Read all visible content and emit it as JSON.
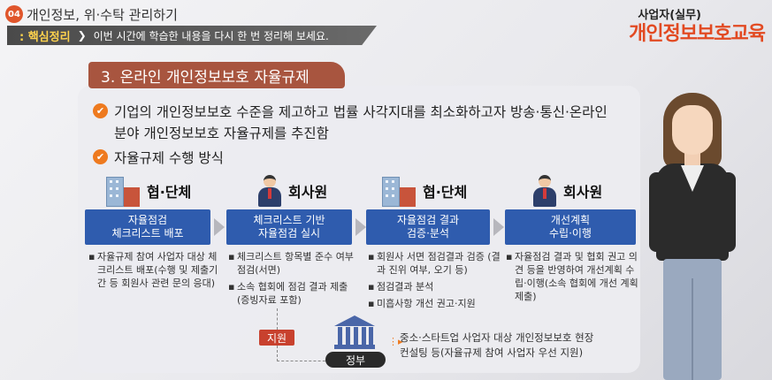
{
  "header": {
    "num": "04",
    "title": "개인정보, 위·수탁 관리하기",
    "keyword": ": 핵심정리",
    "arrow": "❯",
    "desc": "이번 시간에 학습한 내용을 다시 한 번 정리해 보세요."
  },
  "brand": {
    "top": "사업자(실무)",
    "main": "개인정보보호교육"
  },
  "section_title": "3. 온라인 개인정보보호 자율규제",
  "bullets": [
    "기업의 개인정보보호 수준을 제고하고 법률 사각지대를 최소화하고자 방송·통신·온라인 분야 개인정보보호 자율규제를 추진함",
    "자율규제 수행 방식"
  ],
  "actors": [
    "협·단체",
    "회사원",
    "협·단체",
    "회사원"
  ],
  "steps": [
    {
      "line1": "자율점검",
      "line2": "체크리스트 배포"
    },
    {
      "line1": "체크리스트 기반",
      "line2": "자율점검 실시"
    },
    {
      "line1": "자율점검 결과",
      "line2": "검증·분석"
    },
    {
      "line1": "개선계획",
      "line2": "수립·이행"
    }
  ],
  "step_details": [
    [
      "자율규제 참여 사업자 대상 체크리스트 배포(수행 및 제출기간 등 회원사 관련 문의 응대)"
    ],
    [
      "체크리스트 항목별 준수 여부 점검(서면)",
      "소속 협회에 점검 결과 제출 (증빙자료 포함)"
    ],
    [
      "회원사 서면 점검결과 검증 (결과 진위 여부, 오기 등)",
      "점검결과 분석",
      "미흡사항 개선 권고·지원"
    ],
    [
      "자율점검 결과 및 협회 권고 의견 등을 반영하여 개선계획 수립·이행(소속 협회에 개선 계획 제출)"
    ]
  ],
  "support_label": "지원",
  "gov_label": "정부",
  "gov_text": [
    "중소·스타트업 사업자 대상 개인정보보호 현장",
    "컨설팅 등(자율규제 참여 사업자 우선 지원)"
  ],
  "colors": {
    "accent": "#e0562c",
    "step_blue": "#2f5cae",
    "section": "#a8553f",
    "check": "#ee7a1f"
  }
}
